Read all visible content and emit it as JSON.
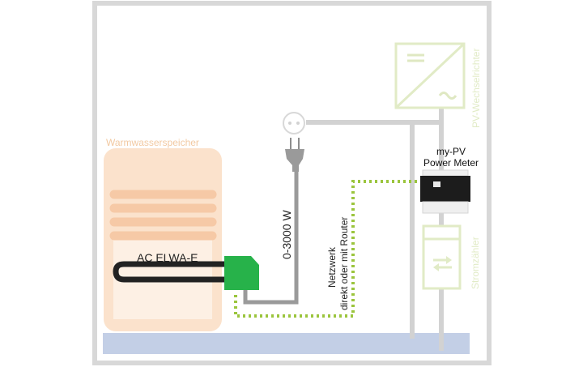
{
  "labels": {
    "water_tank": "Warmwasserspeicher",
    "heater": "AC ELWA-E",
    "power_range": "0-3000 W",
    "inverter": "PV-Wechselrichter",
    "meter_line1": "my-PV",
    "meter_line2": "Power Meter",
    "network_line1": "Netzwerk",
    "network_line2": "direkt oder mit Router",
    "grid_meter": "Stromzähler"
  },
  "icons": {
    "inverter_dc": "dc-lines-icon",
    "inverter_ac": "ac-wave-icon",
    "grid_meter_arrows": "bidirectional-arrows-icon",
    "socket": "power-socket-icon",
    "plug": "power-plug-icon"
  },
  "colors": {
    "frame": "#d8d8d8",
    "wiring": "#d2d2d2",
    "tank_fill": "#fbe2cc",
    "tank_label": "#f2c9a2",
    "elwa_green": "#27b24a",
    "network_dotted": "#9bc53d",
    "pv_outline": "#e1ebc6",
    "ground": "#c3cfe6",
    "meter_dark": "#1c1c1c",
    "cable_gray": "#9a9a9a"
  }
}
